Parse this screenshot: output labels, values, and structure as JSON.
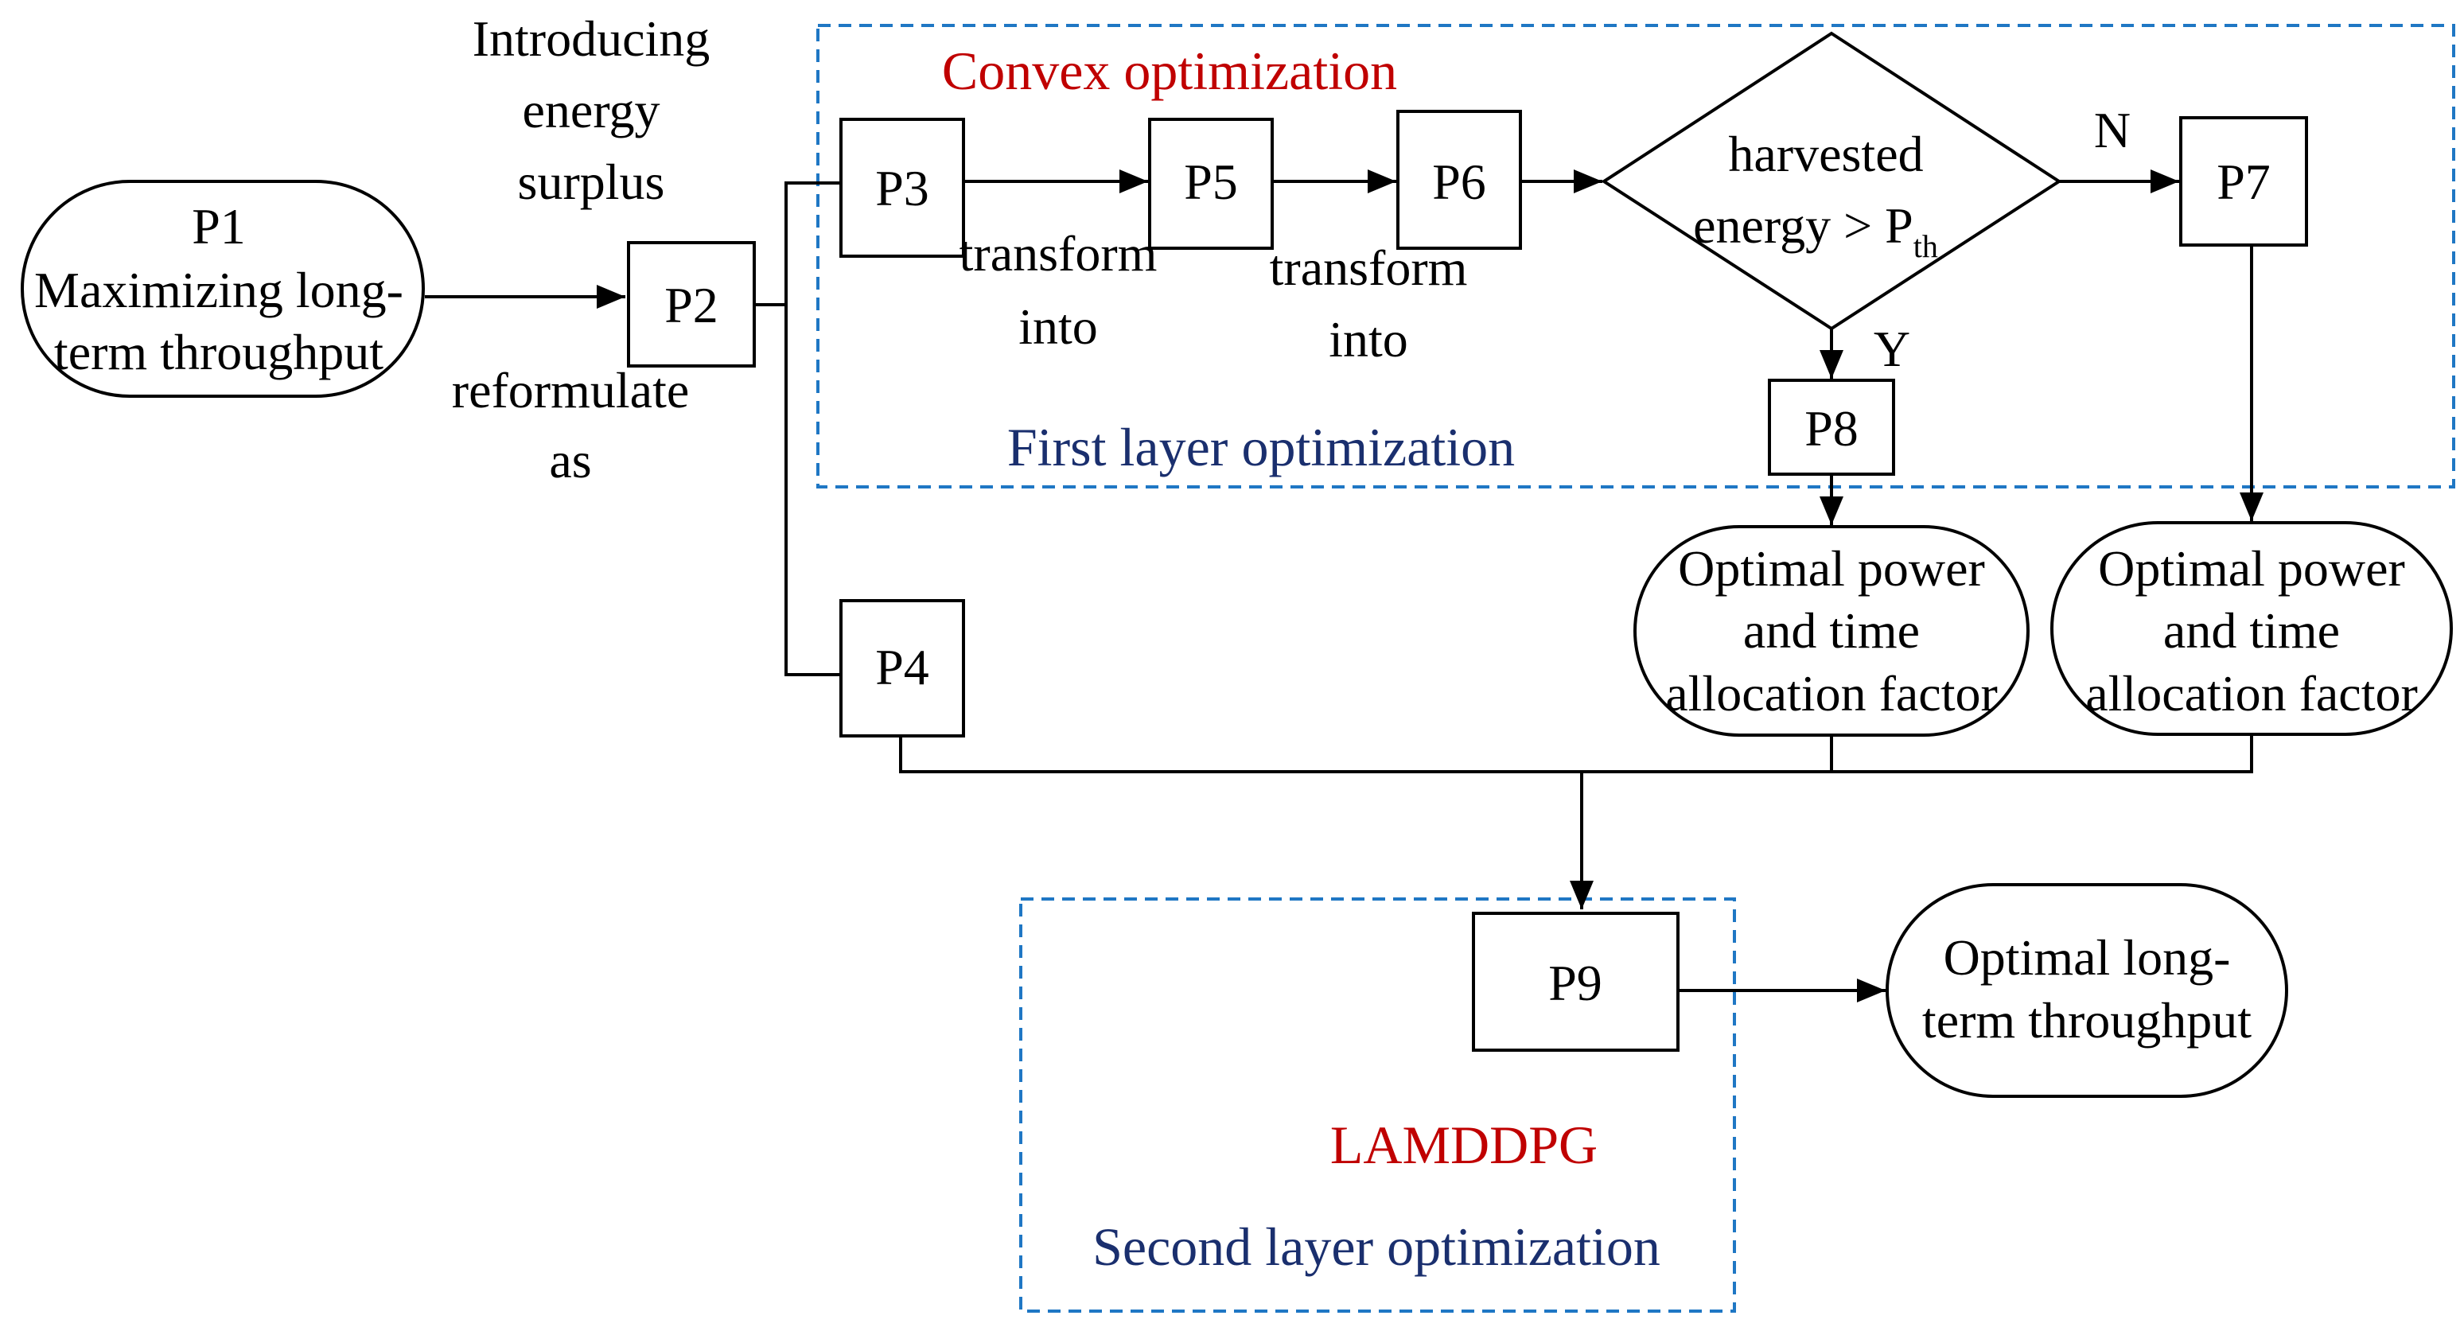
{
  "colors": {
    "region_border": "#1f77c4",
    "method_label": "#c00000",
    "region_label": "#1a2f6e",
    "line": "#000000"
  },
  "regions": {
    "first": {
      "method": "Convex optimization",
      "label": "First layer optimization"
    },
    "second": {
      "method": "LAMDDPG",
      "label": "Second layer optimization"
    }
  },
  "nodes": {
    "p1": {
      "title": "P1",
      "line1": "Maximizing long-",
      "line2": "term throughput"
    },
    "p2": "P2",
    "p3": "P3",
    "p4": "P4",
    "p5": "P5",
    "p6": "P6",
    "p7": "P7",
    "p8": "P8",
    "p9": "P9",
    "decision": {
      "line1": "harvested",
      "line2": "energy > P",
      "subscript": "th"
    },
    "result_y": {
      "line1": "Optimal power",
      "line2": "and time",
      "line3": "allocation factor"
    },
    "result_n": {
      "line1": "Optimal power",
      "line2": "and time",
      "line3": "allocation factor"
    },
    "final": {
      "line1": "Optimal long-",
      "line2": "term throughput"
    }
  },
  "edge_labels": {
    "p1_p2": {
      "line1": "reformulate",
      "line2": "as"
    },
    "p2_p3": {
      "line1": "Introducing",
      "line2": "energy",
      "line3": "surplus"
    },
    "p3_p5": {
      "line1": "transform",
      "line2": "into"
    },
    "p5_p6": {
      "line1": "transform",
      "line2": "into"
    },
    "yes": "Y",
    "no": "N"
  }
}
